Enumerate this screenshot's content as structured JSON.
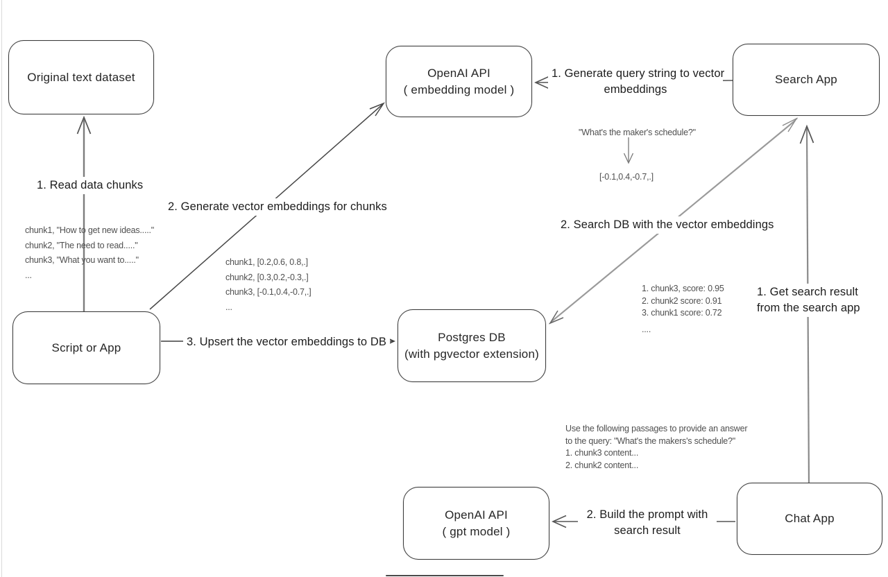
{
  "diagram": {
    "colors": {
      "background": "#ffffff",
      "stroke_dark": "#3b3b3b",
      "stroke_soft": "#9a9a9a",
      "text_primary": "#1c1c1c",
      "text_annotation": "#4f4f4f"
    },
    "nodes": {
      "original": {
        "label": "Original text dataset"
      },
      "embedding": {
        "line1": "OpenAI API",
        "line2": "( embedding model )"
      },
      "search": {
        "label": "Search App"
      },
      "script": {
        "label": "Script or App"
      },
      "postgres": {
        "line1": "Postgres DB",
        "line2": "(with pgvector extension)"
      },
      "gpt": {
        "line1": "OpenAI API",
        "line2": "( gpt model )"
      },
      "chat": {
        "label": "Chat App"
      }
    },
    "steps": {
      "read_chunks": "1. Read data chunks",
      "gen_embeddings": "2. Generate vector embeddings for chunks",
      "upsert": "3. Upsert the vector embeddings  to DB",
      "gen_query_line1": "1. Generate query string to vector",
      "gen_query_line2": "embeddings",
      "search_db": "2. Search DB with the vector embeddings",
      "get_result_line1": "1. Get search result",
      "get_result_line2": "from the search app",
      "build_prompt_line1": "2. Build the prompt with",
      "build_prompt_line2": "search result"
    },
    "annotations": {
      "chunks": [
        "chunk1, \"How to get new ideas.....\"",
        "chunk2, \"The need to read.....\"",
        "chunk3, \"What you want to.....\"",
        "..."
      ],
      "vectors": [
        "chunk1, [0.2,0.6, 0.8,.]",
        "chunk2, [0.3,0.2,-0.3,.]",
        "chunk3, [-0.1,0.4,-0.7,.]",
        "..."
      ],
      "query_string": "\"What's the maker's schedule?\"",
      "query_vector": "[-0.1,0.4,-0.7,.]",
      "scores": [
        "1. chunk3, score: 0.95",
        "2. chunk2 score: 0.91",
        "3. chunk1 score: 0.72",
        "...."
      ],
      "prompt": [
        "Use the following passages to provide an answer",
        "to the query: \"What's the makers's schedule?\"",
        "1. chunk3 content...",
        "2. chunk2 content..."
      ]
    }
  }
}
